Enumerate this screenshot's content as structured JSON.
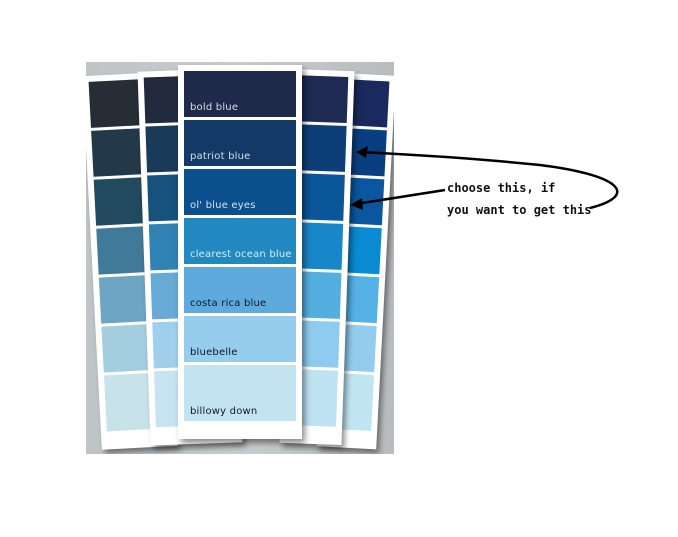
{
  "swatches": [
    {
      "name": "bold blue",
      "color": "#1f2a4a",
      "text": "#d8dce6"
    },
    {
      "name": "patriot blue",
      "color": "#133a66",
      "text": "#d8dce6"
    },
    {
      "name": "ol' blue eyes",
      "color": "#0a508c",
      "text": "#d8e2ee"
    },
    {
      "name": "clearest ocean blue",
      "color": "#2288c0",
      "text": "#d8ecf6"
    },
    {
      "name": "costa rica blue",
      "color": "#5eaadc",
      "text": "#0e1a26"
    },
    {
      "name": "bluebelle",
      "color": "#96ccec",
      "text": "#0e1a26"
    },
    {
      "name": "billowy down",
      "color": "#c2e4f0",
      "text": "#0e1a26"
    }
  ],
  "strips_behind": [
    [
      "#262d36",
      "#23394a",
      "#214a5e",
      "#417a98",
      "#6da5c2",
      "#a4cddf",
      "#c8e2ea"
    ],
    [
      "#222b3e",
      "#1a3a5a",
      "#17527c",
      "#3182b4",
      "#67aad6",
      "#a0cfec",
      "#c8e3f1"
    ],
    [
      "#1a2a5e",
      "#093f80",
      "#0a56a0",
      "#0a8ad0",
      "#55b0e6",
      "#92cdee",
      "#c0e5f2"
    ],
    [
      "#1f2a52",
      "#0d3e78",
      "#0a5699",
      "#1887c9",
      "#55aee0",
      "#8fcbee",
      "#bfe3f2"
    ]
  ],
  "annotation": {
    "line1": "choose this, if",
    "line2": "you want to get this"
  }
}
